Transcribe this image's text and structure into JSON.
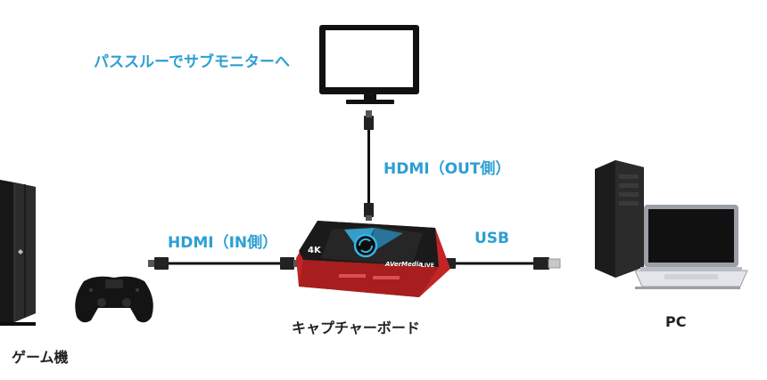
{
  "labels": {
    "passthrough": "パススルーでサブモニターへ",
    "hdmi_out": "HDMI（OUT側）",
    "hdmi_in": "HDMI（IN側）",
    "usb": "USB",
    "capture_board": "キャプチャーボード",
    "game_console": "ゲーム機",
    "pc": "PC"
  },
  "device_marks": {
    "capture_resolution": "4K",
    "capture_brand": "AVerMedia",
    "capture_model": "LIVE"
  },
  "colors": {
    "label_blue": "#2c9fd4",
    "label_dark": "#222222",
    "capture_red": "#d42a2a",
    "capture_accent": "#37b4e6"
  }
}
